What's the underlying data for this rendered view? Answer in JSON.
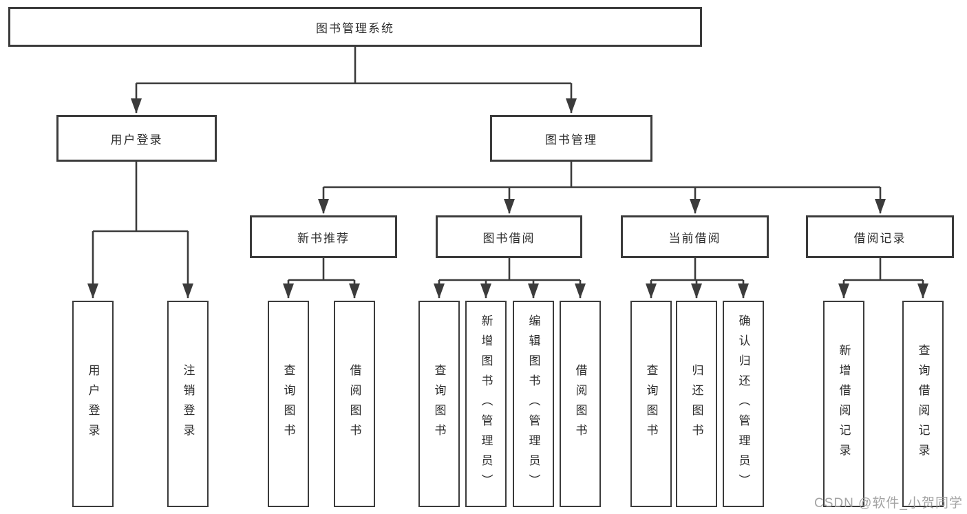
{
  "diagram_type": "functional-structure-chart",
  "colors": {
    "line": "#3b3b3b",
    "text": "#2d2d2d",
    "bg": "#ffffff",
    "watermark": "#9a9a9a"
  },
  "tree": {
    "label": "图书管理系统",
    "children": [
      {
        "label": "用户登录",
        "children": [
          {
            "label": "用户登录"
          },
          {
            "label": "注销登录"
          }
        ]
      },
      {
        "label": "图书管理",
        "children": [
          {
            "label": "新书推荐",
            "children": [
              {
                "label": "查询图书"
              },
              {
                "label": "借阅图书"
              }
            ]
          },
          {
            "label": "图书借阅",
            "children": [
              {
                "label": "查询图书"
              },
              {
                "label": "新增图书（管理员）"
              },
              {
                "label": "编辑图书（管理员）"
              },
              {
                "label": "借阅图书"
              }
            ]
          },
          {
            "label": "当前借阅",
            "children": [
              {
                "label": "查询图书"
              },
              {
                "label": "归还图书"
              },
              {
                "label": "确认归还（管理员）"
              }
            ]
          },
          {
            "label": "借阅记录",
            "children": [
              {
                "label": "新增借阅记录"
              },
              {
                "label": "查询借阅记录"
              }
            ]
          }
        ]
      }
    ]
  },
  "watermark": "CSDN @软件_小贺同学"
}
